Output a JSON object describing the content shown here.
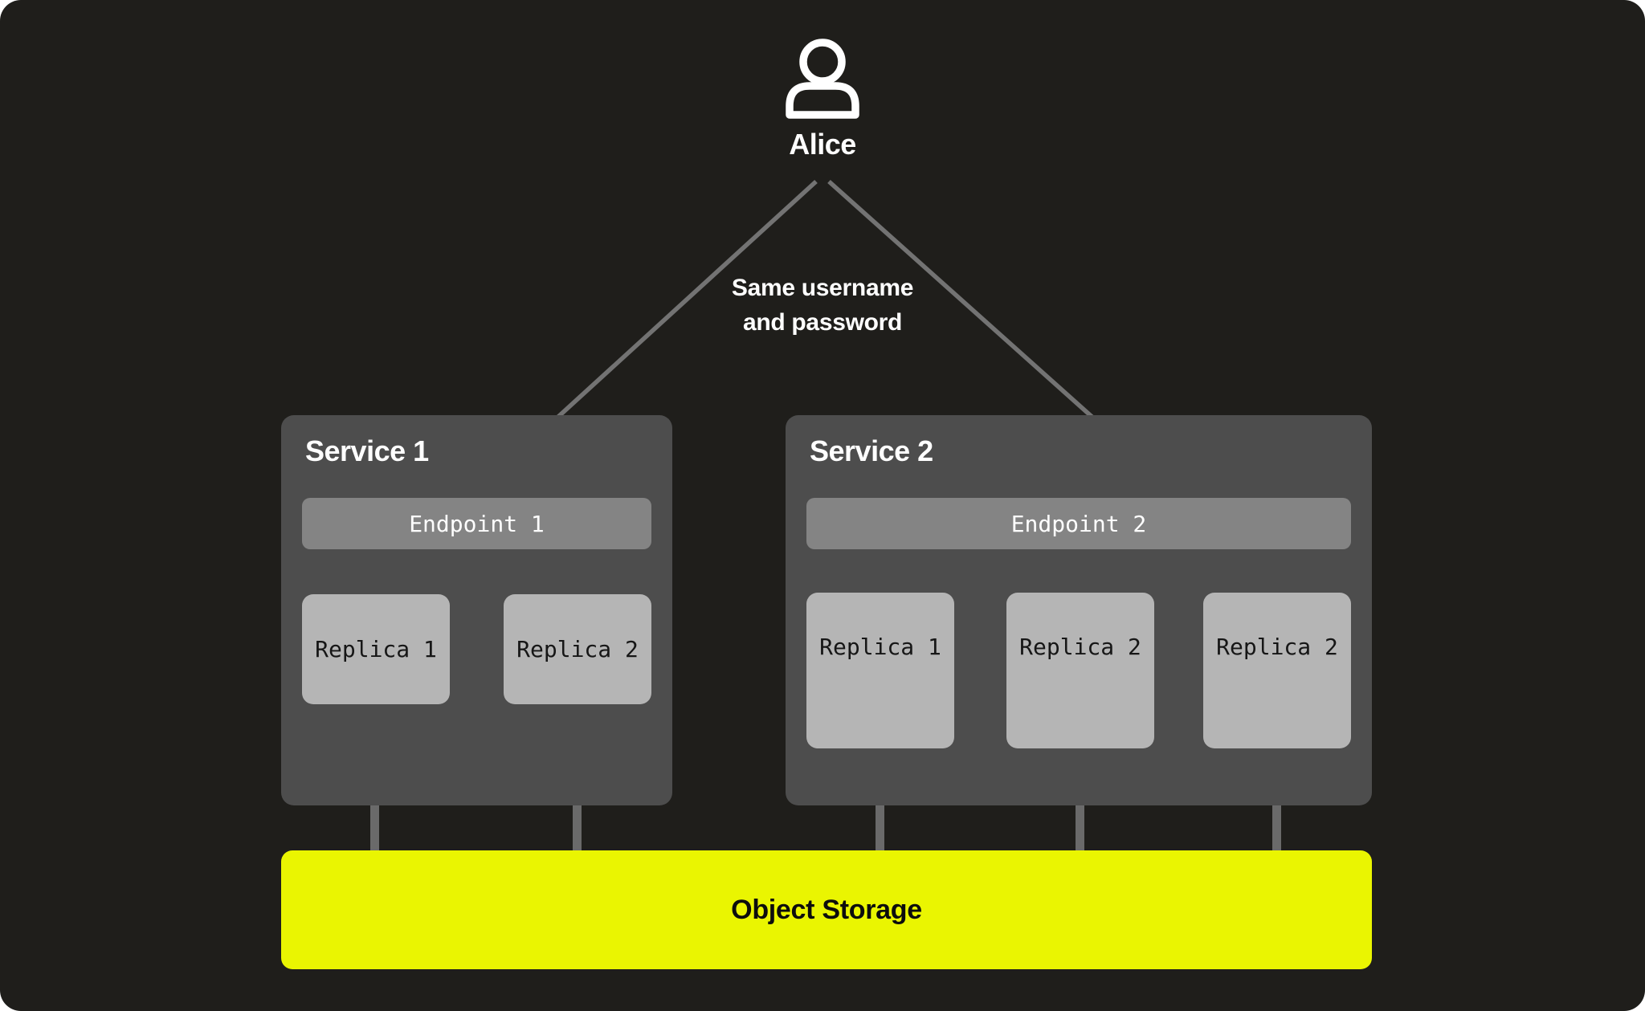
{
  "user": {
    "name": "Alice"
  },
  "credentials_note": {
    "line1": "Same username",
    "line2": "and password"
  },
  "services": [
    {
      "title": "Service 1",
      "endpoint": "Endpoint 1",
      "replicas": [
        "Replica 1",
        "Replica 2"
      ]
    },
    {
      "title": "Service 2",
      "endpoint": "Endpoint 2",
      "replicas": [
        "Replica 1",
        "Replica 2",
        "Replica 2"
      ]
    }
  ],
  "storage": {
    "label": "Object Storage"
  },
  "colors": {
    "page-bg": "#ffffff",
    "panel-bg": "#1f1e1b",
    "service-bg": "#4d4d4d",
    "endpoint-bg": "#848484",
    "replica-bg": "#b5b5b5",
    "replica-text": "#161616",
    "connector": "#6a6a6a",
    "arrow": "#737373",
    "text-light": "#ffffff",
    "storage-bg": "#eaf501",
    "storage-text": "#0d0d0d"
  }
}
